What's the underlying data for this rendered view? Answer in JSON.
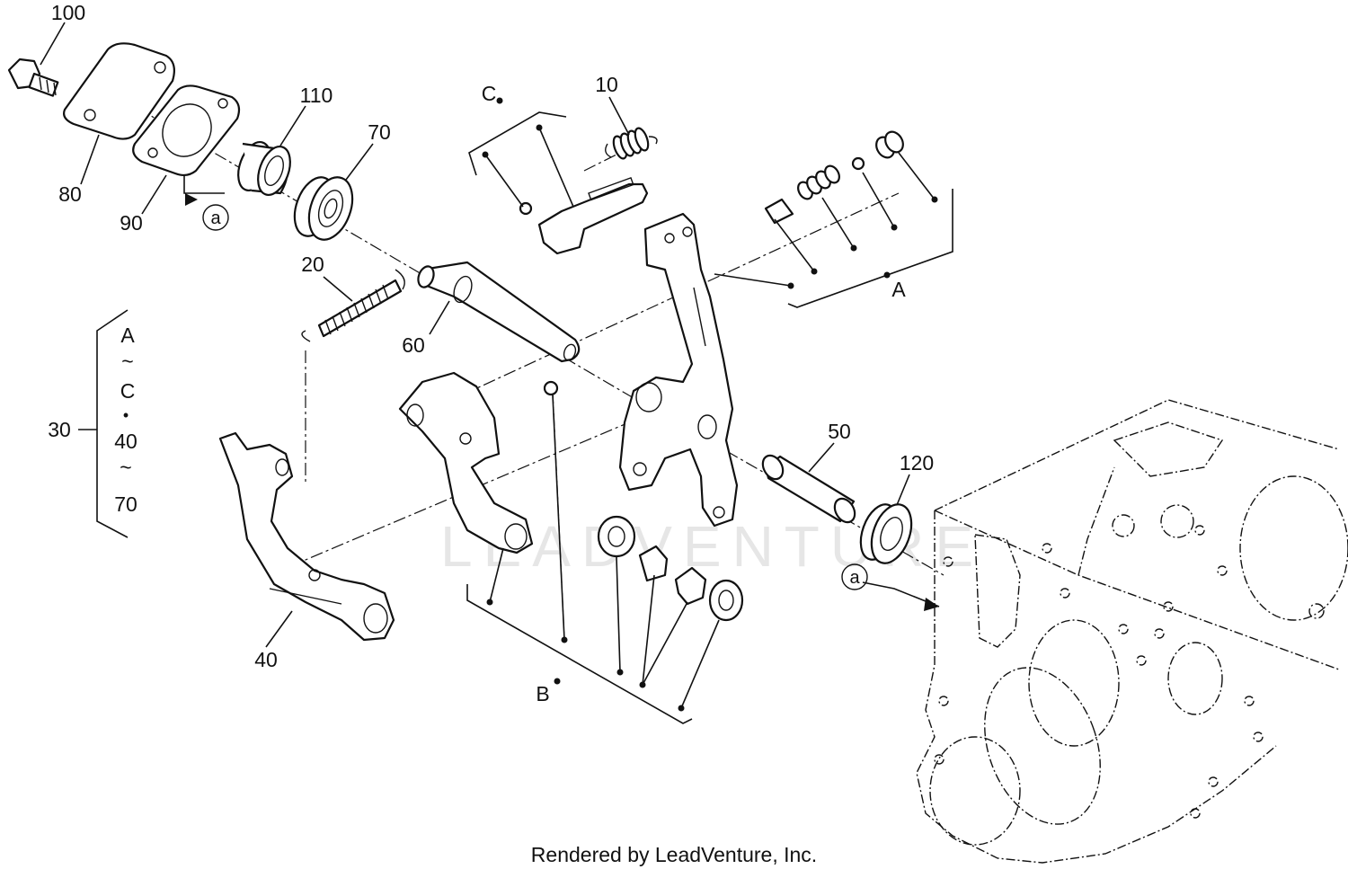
{
  "diagram": {
    "watermark": "LEADVENTURE",
    "footer": "Rendered by LeadVenture, Inc.",
    "part_labels": {
      "p100": "100",
      "p80": "80",
      "p90": "90",
      "p110": "110",
      "p70": "70",
      "p20": "20",
      "p60": "60",
      "p10": "10",
      "p50": "50",
      "p120": "120",
      "p40": "40",
      "p30": "30"
    },
    "group_labels": {
      "A": "A",
      "B": "B",
      "C": "C"
    },
    "ref_label": "a",
    "kit_range": [
      "A",
      "~",
      "C",
      "•",
      "40",
      "~",
      "70"
    ]
  }
}
